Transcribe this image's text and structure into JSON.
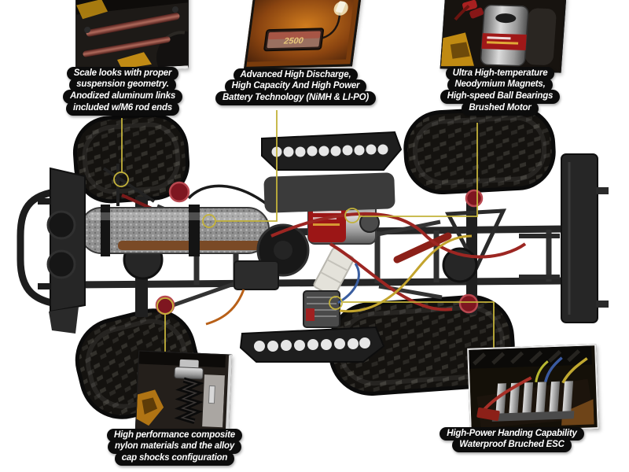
{
  "page": {
    "background": "#ffffff",
    "subject": "RC rock-crawler truck chassis, top view, annotated feature diagram"
  },
  "style": {
    "leader_line_color": "#c3b23a",
    "marker_color": "#d2c23c",
    "bubble_bg": "#0c0c0c",
    "bubble_text_color": "#ffffff"
  },
  "callouts": [
    {
      "id": "suspension-links",
      "position": "top-left",
      "lines": [
        "Scale looks with proper",
        "suspension geometry.",
        "Anodized aluminum links",
        "included w/M6 rod ends"
      ],
      "inset_photo": "suspension-links-photo"
    },
    {
      "id": "battery",
      "position": "top-center",
      "lines": [
        "Advanced High Discharge,",
        "High Capacity And High Power",
        "Battery Technology (NiMH & LI-PO)"
      ],
      "inset_photo": "battery-pack-photo",
      "battery_label": "2500"
    },
    {
      "id": "motor",
      "position": "top-right",
      "lines": [
        "Ultra High-temperature",
        "Neodymium Magnets,",
        "High-speed Ball Bearings",
        "Brushed Motor"
      ],
      "inset_photo": "brushed-motor-photo"
    },
    {
      "id": "shocks",
      "position": "bottom-left",
      "lines": [
        "High performance composite",
        "nylon materials and the alloy",
        "cap shocks configuration"
      ],
      "inset_photo": "alloy-cap-shock-photo"
    },
    {
      "id": "esc",
      "position": "bottom-right",
      "lines": [
        "High-Power Handing Capability",
        "Waterproof Bruched ESC"
      ],
      "inset_photo": "waterproof-esc-photo"
    }
  ]
}
